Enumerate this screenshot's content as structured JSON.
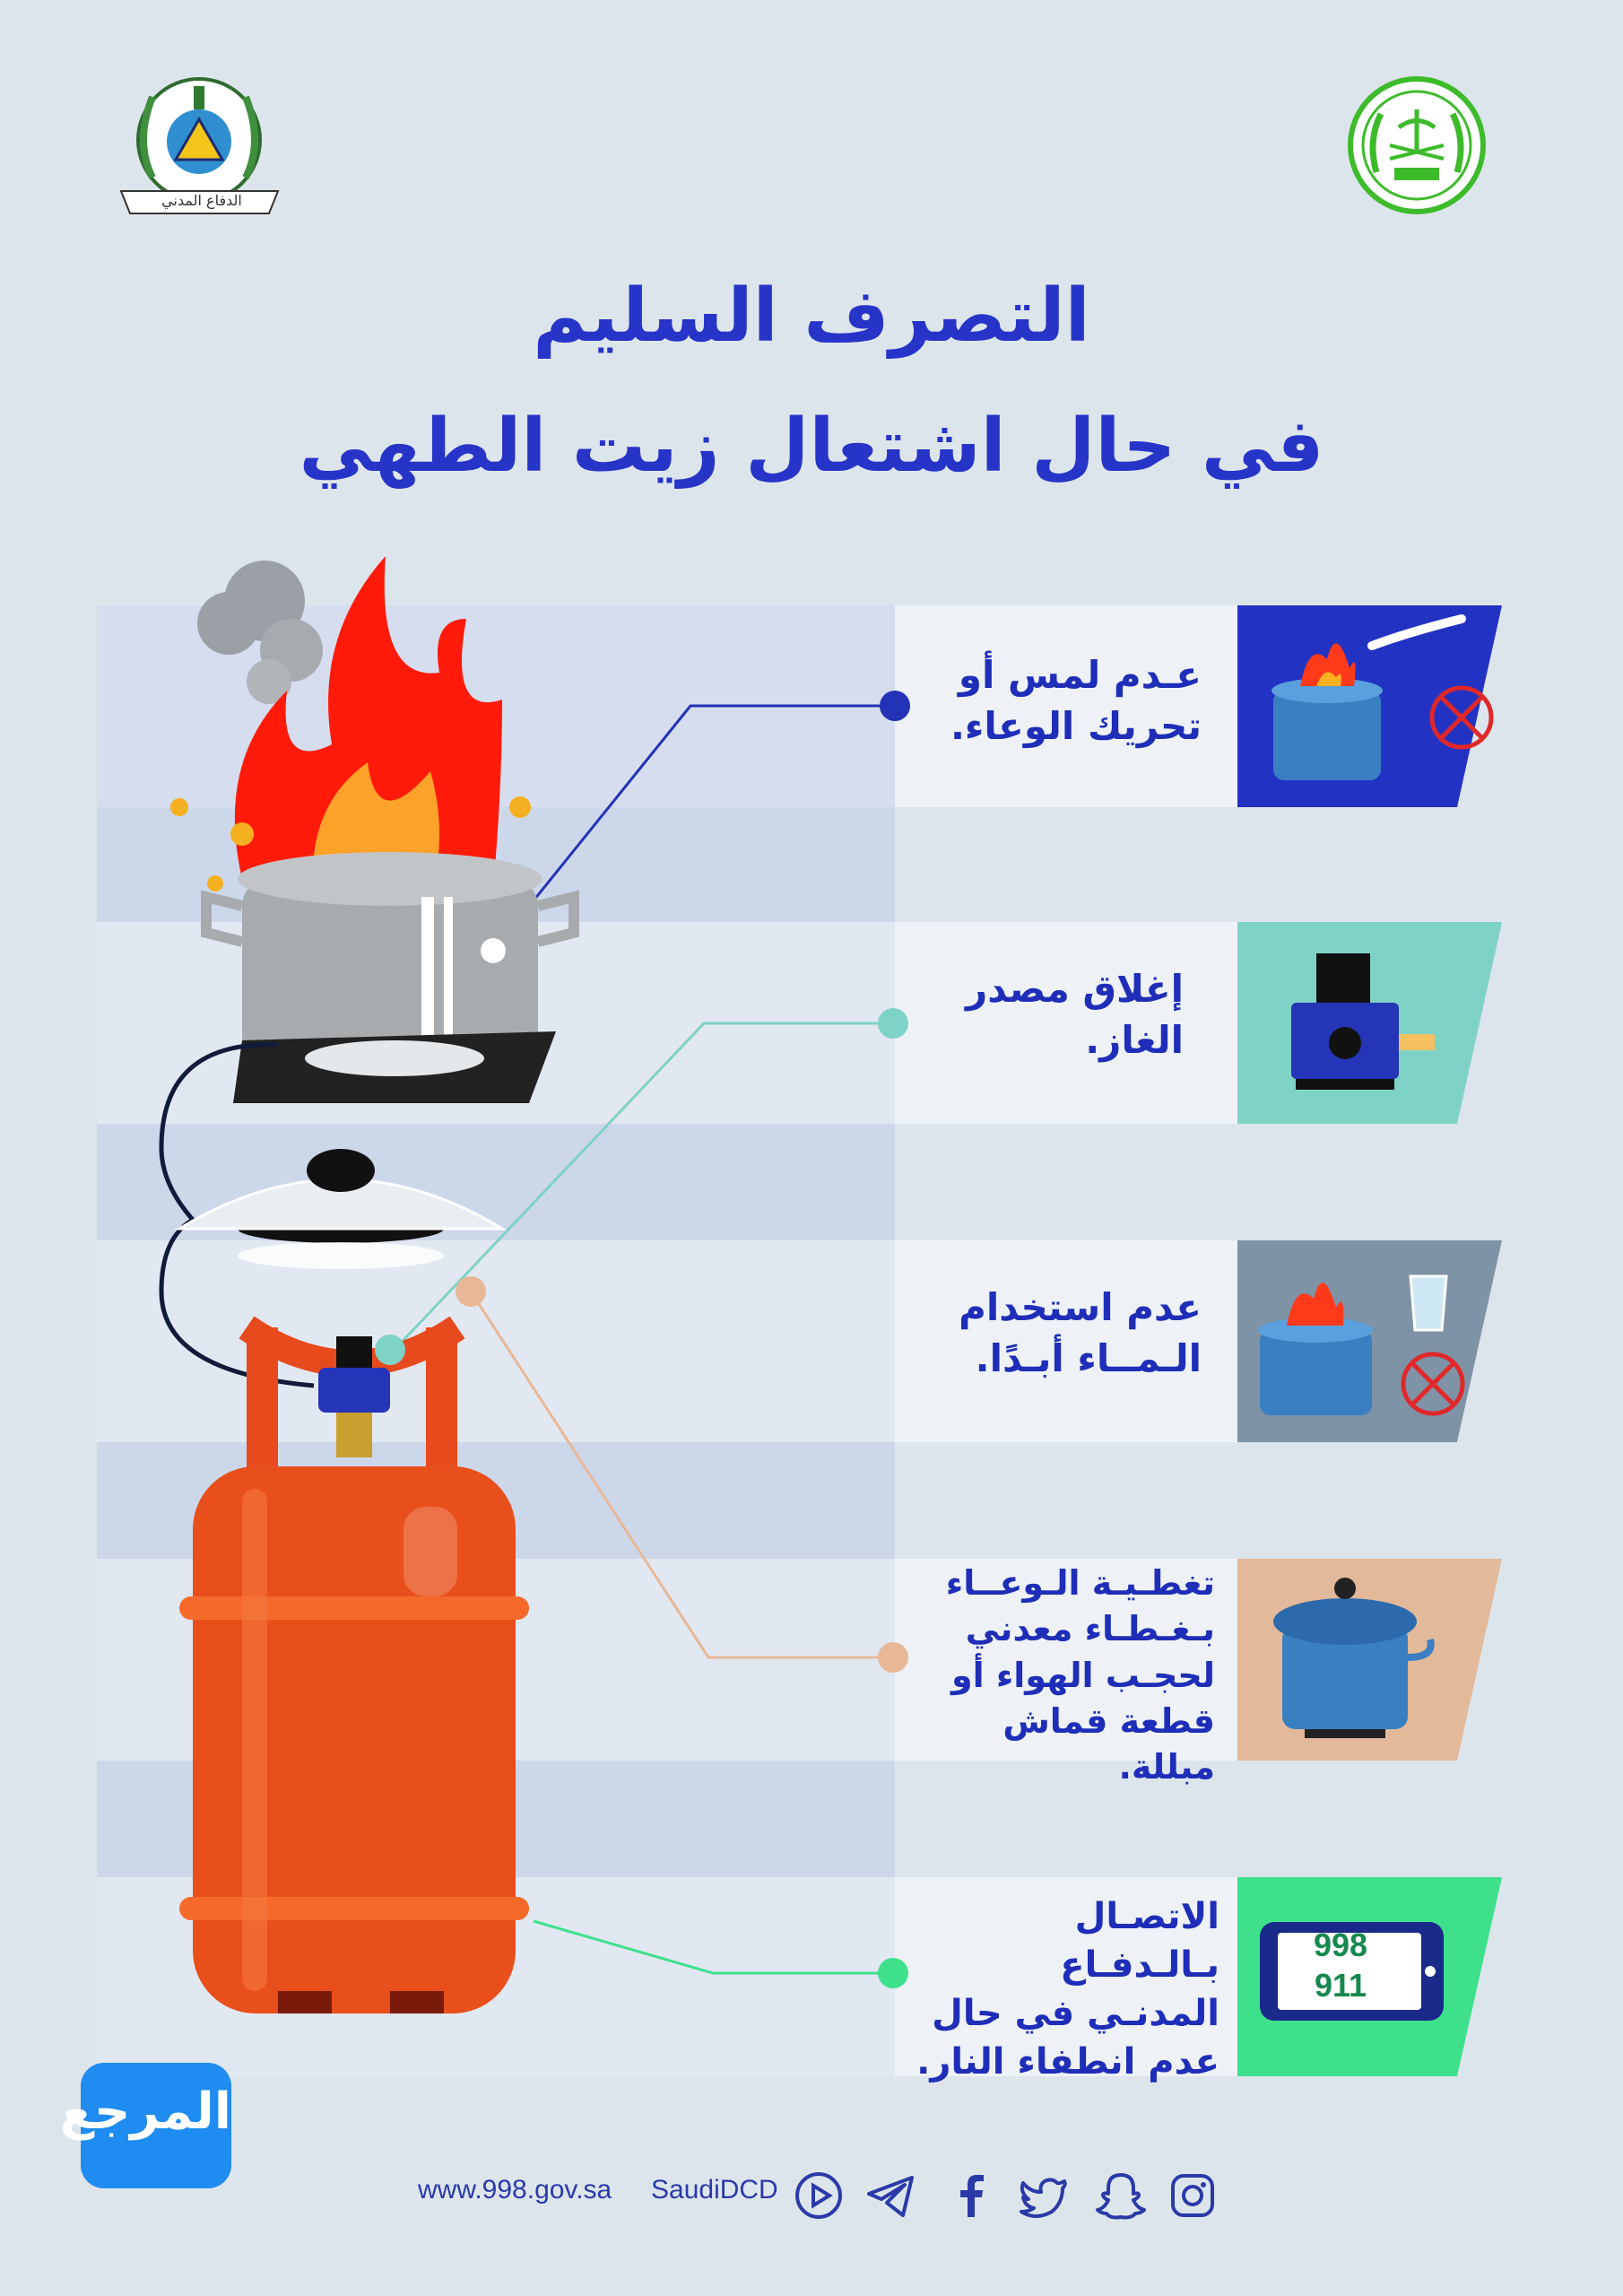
{
  "title": {
    "line1": "التصرف السليم",
    "line2": "في حال اشتعال زيت الطهي"
  },
  "logos": {
    "left": "civil-defense-emblem",
    "left_text": "الدفاع المدني",
    "right": "ministry-of-interior-emblem",
    "watermark": "المرجع"
  },
  "colors": {
    "title": "#2734c8",
    "text": "#1f2eb8",
    "item1_icon_bg": "#2233c4",
    "item2_icon_bg": "#7fd2c6",
    "item3_icon_bg": "#7f93a6",
    "item4_icon_bg": "#e2b99a",
    "item5_icon_bg": "#3fe08c"
  },
  "items": [
    {
      "text": "عـدم لمس أو\nتحريك الوعاء.",
      "icon": "pot-fire-hand-no-icon"
    },
    {
      "text": "إغلاق مصدر\nالغاز.",
      "icon": "gas-regulator-icon"
    },
    {
      "text": "عدم استخدام\nالـمــاء أبـدًا.",
      "icon": "pot-fire-water-no-icon"
    },
    {
      "text": "تغطـيـة الـوعــاء\nبـغـطـاء معدني\nلحجـب الهواء أو\nقطعة قماش مبللة.",
      "icon": "covered-pot-icon"
    },
    {
      "text": "الاتصـال بـالـدفـاع\nالمدنـي في حال\nعدم انطفاء النار.",
      "icon": "phone-icon",
      "phone_numbers": [
        "998",
        "911"
      ]
    }
  ],
  "footer": {
    "website": "www.998.gov.sa",
    "handle": "SaudiDCD",
    "social_icons": [
      "youtube-icon",
      "telegram-icon",
      "facebook-icon",
      "twitter-icon",
      "snapchat-icon",
      "instagram-icon"
    ]
  }
}
